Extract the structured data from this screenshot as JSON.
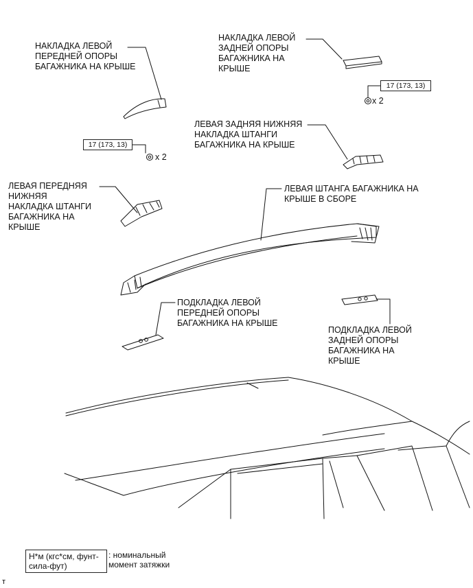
{
  "parts": {
    "front_cover": "НАКЛАДКА ЛЕВОЙ\nПЕРЕДНЕЙ ОПОРЫ\nБАГАЖНИКА НА КРЫШЕ",
    "rear_cover": "НАКЛАДКА ЛЕВОЙ\nЗАДНЕЙ ОПОРЫ\nБАГАЖНИКА НА\nКРЫШЕ",
    "rear_lower_cover": "ЛЕВАЯ ЗАДНЯЯ НИЖНЯЯ\nНАКЛАДКА ШТАНГИ\nБАГАЖНИКА НА КРЫШЕ",
    "front_lower_cover": "ЛЕВАЯ ПЕРЕДНЯЯ\nНИЖНЯЯ\nНАКЛАДКА ШТАНГИ\nБАГАЖНИКА НА\nКРЫШЕ",
    "rail_assembly": "ЛЕВАЯ ШТАНГА БАГАЖНИКА НА\nКРЫШЕ В СБОРЕ",
    "front_pad": "ПОДКЛАДКА ЛЕВОЙ\nПЕРЕДНЕЙ ОПОРЫ\nБАГАЖНИКА НА КРЫШЕ",
    "rear_pad": "ПОДКЛАДКА ЛЕВОЙ\nЗАДНЕЙ ОПОРЫ\nБАГАЖНИКА НА\nКРЫШЕ"
  },
  "torque": {
    "front_value": "17 (173, 13)",
    "front_qty": "x 2",
    "rear_value": "17 (173, 13)",
    "rear_qty": "x 2"
  },
  "legend": {
    "unit": "Н*м (кгс*см, фунт-\nсила-фут)",
    "description": ": номинальный\nмомент затяжки"
  },
  "corner_mark": "т"
}
